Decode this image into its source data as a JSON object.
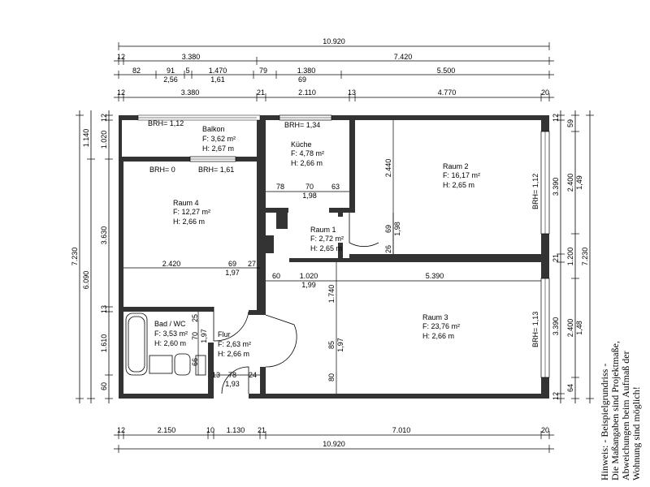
{
  "dimensions": {
    "top_total": "10.920",
    "top_row2": [
      "12",
      "3.380",
      "7.420"
    ],
    "top_row3": [
      "82",
      "91",
      "5",
      "1.470",
      "79",
      "1.380",
      "5.500"
    ],
    "top_row3_sub": [
      "2,56",
      "1,61",
      "69"
    ],
    "top_row4": [
      "12",
      "3.380",
      "21",
      "2.110",
      "13",
      "4.770",
      "20"
    ],
    "bottom_row1": [
      "12",
      "2.150",
      "10",
      "1.130",
      "21",
      "7.010",
      "20"
    ],
    "bottom_total": "10.920",
    "left_outer": "7.230",
    "left_mid": "6.090",
    "left_top": "1.140",
    "left_inner": [
      "12",
      "1.020",
      "3.630",
      "13",
      "1.610",
      "60"
    ],
    "right_outer": "7.230",
    "right_inner": [
      "12",
      "59",
      "2.400",
      "1,49",
      "21",
      "1.200",
      "2.400",
      "1,48",
      "64",
      "12"
    ],
    "right_mid": [
      "3.390",
      "3.390"
    ]
  },
  "rooms": {
    "balkon": {
      "name": "Balkon",
      "area": "F: 3,62 m²",
      "height": "H: 2,67 m",
      "brh": "BRH= 1,12"
    },
    "kueche": {
      "name": "Küche",
      "area": "F: 4,78 m²",
      "height": "H: 2,66 m",
      "brh": "BRH= 1,34"
    },
    "raum2": {
      "name": "Raum 2",
      "area": "F: 16,17 m²",
      "height": "H: 2,65 m",
      "brh": "BRH= 1,12"
    },
    "raum4": {
      "name": "Raum 4",
      "area": "F: 12,27 m²",
      "height": "H: 2,66 m",
      "brh_left": "BRH= 0",
      "brh_right": "BRH= 1,61"
    },
    "raum1": {
      "name": "Raum 1",
      "area": "F: 2,72 m²",
      "height": "H: 2,65 m"
    },
    "raum3": {
      "name": "Raum 3",
      "area": "F: 23,76 m²",
      "height": "H: 2,66 m",
      "brh": "BRH= 1,13"
    },
    "bad": {
      "name": "Bad / WC",
      "area": "F: 3,53 m²",
      "height": "H: 2,60 m"
    },
    "flur": {
      "name": "Flur",
      "area": "F: 2,63 m²",
      "height": "H: 2,66 m"
    }
  },
  "inner_dims": {
    "kitchen": [
      "78",
      "70",
      "63",
      "1,98"
    ],
    "kitchen_v": "2.440",
    "r4": [
      "2.420",
      "69",
      "27",
      "1,97"
    ],
    "r3": [
      "60",
      "1.020",
      "1,99",
      "5.390"
    ],
    "r3_v": [
      "1.740",
      "85",
      "1,97",
      "80"
    ],
    "r1_v": [
      "69",
      "1,98",
      "26"
    ],
    "bad_v": [
      "25",
      "70",
      "1,97",
      "66"
    ],
    "flur": [
      "78",
      "24",
      "1,93",
      "13"
    ]
  },
  "note": {
    "lines": [
      "Hinweis: - Beispielgrundriss -",
      "Die Maßangaben sind Projektmaße,",
      "Abweichungen beim Aufmaß der",
      "Wohnung sind möglich!"
    ]
  }
}
